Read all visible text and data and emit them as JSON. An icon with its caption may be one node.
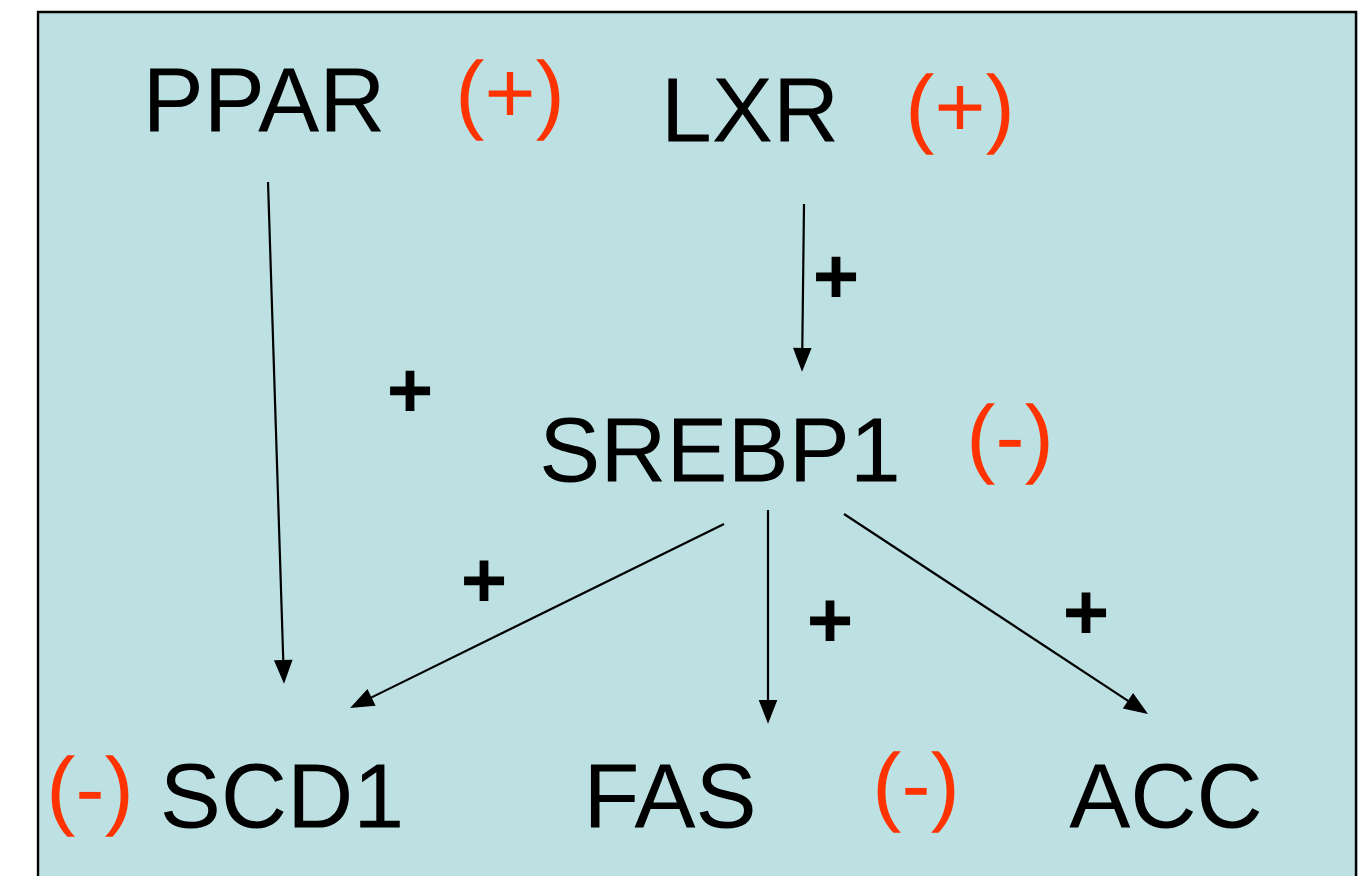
{
  "diagram": {
    "nodes": [
      {
        "text": [
          "PPAR"
        ],
        "beside": [
          "(+)"
        ]
      },
      {
        "text": [
          "LXR"
        ],
        "beside": [
          "(+)"
        ]
      },
      {
        "text": [
          "SREBP1"
        ],
        "beside": [
          "(-)"
        ]
      },
      {
        "text": [
          "SCD1"
        ],
        "beside": [
          "(-)"
        ]
      },
      {
        "text": [
          "FAS"
        ]
      },
      {
        "text": [
          "ACC"
        ],
        "beside": [
          "(-)"
        ]
      }
    ],
    "edges": [
      {
        "from": 0,
        "to": 3,
        "arrow": "to",
        "label": "+"
      },
      {
        "from": 1,
        "to": 2,
        "arrow": "to",
        "label": "+"
      },
      {
        "from": 2,
        "to": 3,
        "arrow": "to",
        "label": "+"
      },
      {
        "from": 2,
        "to": 4,
        "arrow": "to",
        "label": "+"
      },
      {
        "from": 2,
        "to": 5,
        "arrow": "to",
        "label": "+"
      }
    ]
  }
}
